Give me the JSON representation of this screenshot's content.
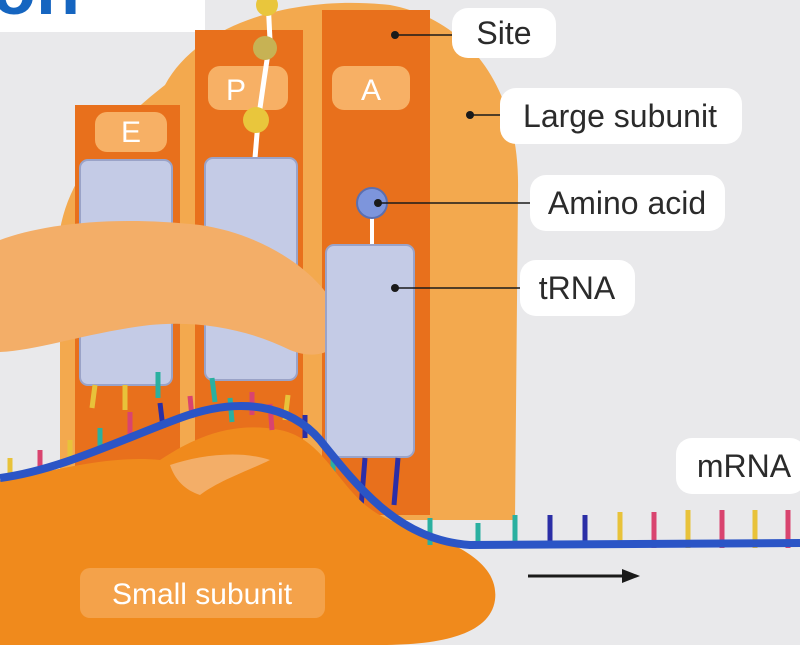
{
  "title_fragment": "on",
  "labels": {
    "site": "Site",
    "large_subunit": "Large subunit",
    "amino_acid": "Amino acid",
    "trna": "tRNA",
    "mrna": "mRNA",
    "small_subunit": "Small subunit"
  },
  "sites": [
    "E",
    "P",
    "A"
  ],
  "colors": {
    "large_subunit": "#f3a94e",
    "site_channel": "#e8701c",
    "trna": "#c4cbe6",
    "mrna_backbone": "#2b55c6",
    "small_subunit": "#f08a1c",
    "amino_acid": "#7d95dc",
    "title": "#1565c0"
  },
  "icons": [
    "arrow-right-icon"
  ]
}
